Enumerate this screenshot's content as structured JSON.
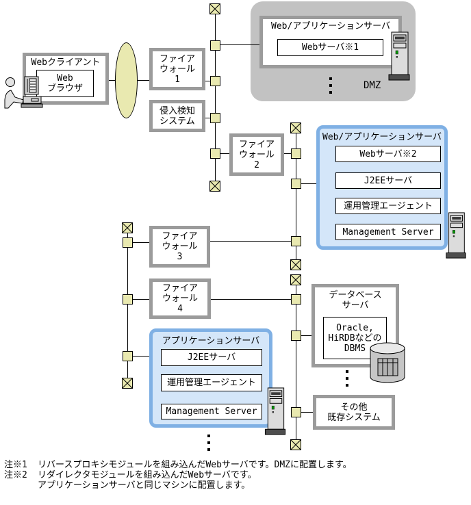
{
  "client": {
    "title": "Webクライアント",
    "browser": "Web\nブラウザ"
  },
  "firewalls": {
    "fw1": "ファイア\nウォール\n1",
    "fw2": "ファイア\nウォール\n2",
    "fw3": "ファイア\nウォール\n3",
    "fw4": "ファイア\nウォール\n4"
  },
  "ids": {
    "label": "侵入検知\nシステム"
  },
  "dmz": {
    "server_title": "Web/アプリケーションサーバ",
    "web_server": "Webサーバ※1",
    "zone_label": "DMZ"
  },
  "web_app_server": {
    "title": "Web/アプリケーションサーバ",
    "items": [
      "Webサーバ※2",
      "J2EEサーバ",
      "運用管理エージェント",
      "Management Server"
    ]
  },
  "db_server": {
    "title": "データベース\nサーバ",
    "dbms": "Oracle,\nHiRDBなどの\nDBMS"
  },
  "app_server": {
    "title": "アプリケーションサーバ",
    "items": [
      "J2EEサーバ",
      "運用管理エージェント",
      "Management Server"
    ]
  },
  "legacy_system": {
    "label": "その他\n既存システム"
  },
  "notes": [
    {
      "ref": "注※1",
      "text": "リバースプロキシモジュールを組み込んだWebサーバです。DMZに配置します。"
    },
    {
      "ref": "注※2",
      "text": "リダイレクタモジュールを組み込んだWebサーバです。"
    },
    {
      "ref": "",
      "text": "アプリケーションサーバと同じマシンに配置します。"
    }
  ],
  "colors": {
    "connector_fill": "#e9e9b0",
    "zone_gray": "#c2c2c2",
    "box_border_gray": "#9b9b9b",
    "panel_blue_fill": "#d4e6f9",
    "panel_blue_border": "#7fb0e4",
    "line": "#000000"
  }
}
